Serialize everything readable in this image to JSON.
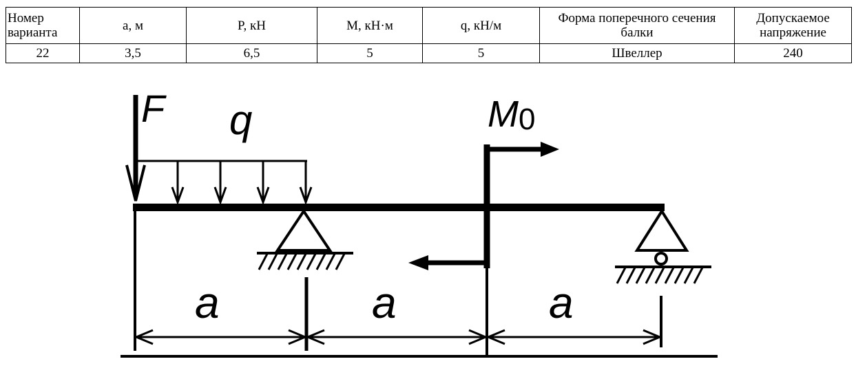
{
  "table": {
    "headers": [
      "Номер варианта",
      "a, м",
      "P, кН",
      "M, кН·м",
      "q, кН/м",
      "Форма поперечного сечения балки",
      "Допускаемое напряжение"
    ],
    "row": [
      "22",
      "3,5",
      "6,5",
      "5",
      "5",
      "Швеллер",
      "240"
    ]
  },
  "diagram": {
    "labels": {
      "force": "F",
      "load": "q",
      "moment": "M",
      "moment_sub": "0",
      "span_1": "a",
      "span_2": "a",
      "span_3": "a"
    }
  }
}
